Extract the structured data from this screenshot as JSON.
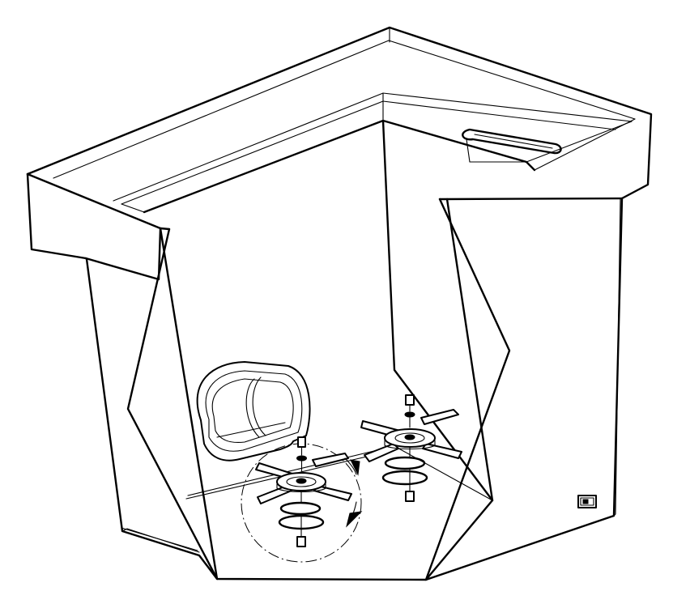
{
  "drawing": {
    "subject": "hopper-assembly",
    "parts": [
      "hopper-body",
      "rim-flange",
      "access-window",
      "agitator-left",
      "agitator-right",
      "detail-callout",
      "rotation-arrows",
      "label-plate"
    ],
    "colors": {
      "line": "#000000",
      "background": "#ffffff"
    }
  }
}
